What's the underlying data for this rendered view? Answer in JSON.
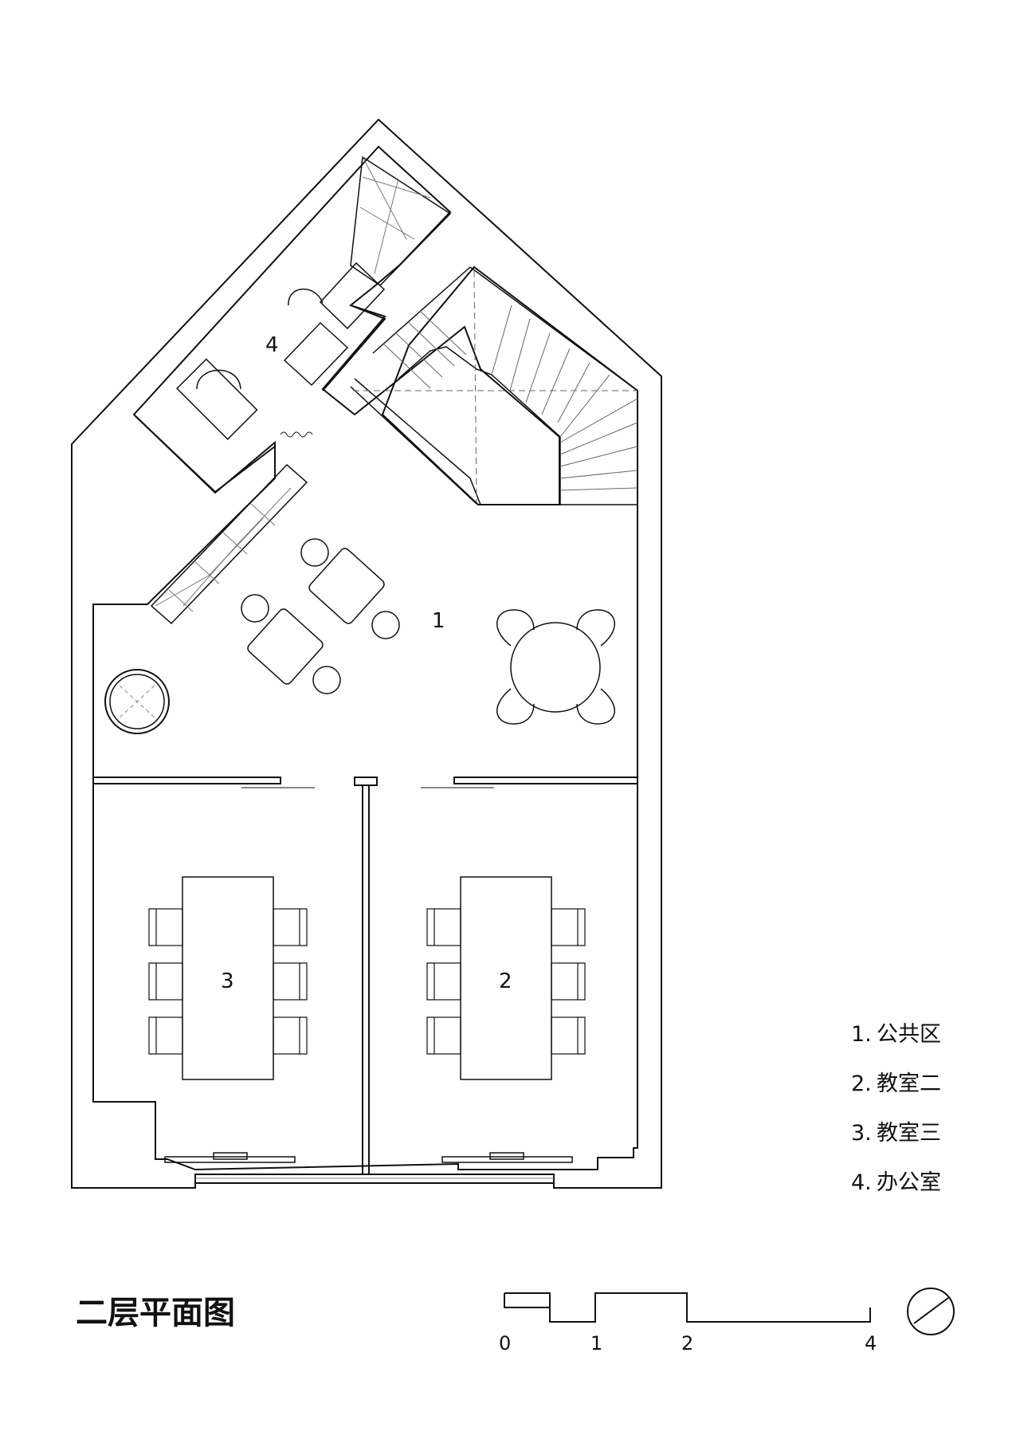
{
  "room_numbers": {
    "public": "1",
    "class2": "2",
    "class3": "3",
    "office": "4"
  },
  "legend": [
    {
      "num": "1.",
      "name": "公共区"
    },
    {
      "num": "2.",
      "name": "教室二"
    },
    {
      "num": "3.",
      "name": "教室三"
    },
    {
      "num": "4.",
      "name": "办公室"
    }
  ],
  "title": "二层平面图",
  "scale_labels": [
    "0",
    "1",
    "2",
    "4"
  ],
  "colors": {
    "line": "#111111",
    "thin": "#555555",
    "background": "#ffffff"
  }
}
